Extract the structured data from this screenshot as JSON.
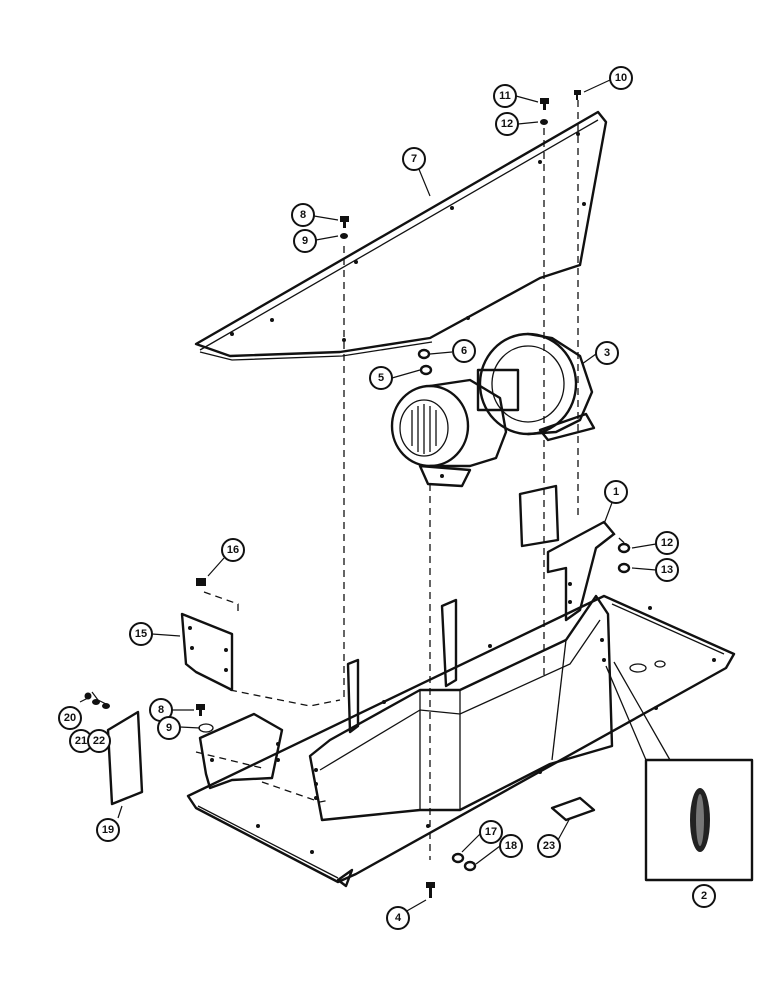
{
  "diagram": {
    "callouts": [
      "1",
      "2",
      "3",
      "4",
      "5",
      "6",
      "7",
      "8",
      "8",
      "9",
      "9",
      "10",
      "11",
      "12",
      "12",
      "13",
      "15",
      "16",
      "17",
      "18",
      "19",
      "20",
      "21",
      "22",
      "23"
    ],
    "icons": [
      "blower-fan-icon",
      "panel-icon",
      "duct-icon",
      "bracket-icon",
      "bolt-icon",
      "washer-icon",
      "nut-icon",
      "grommet-icon"
    ]
  }
}
